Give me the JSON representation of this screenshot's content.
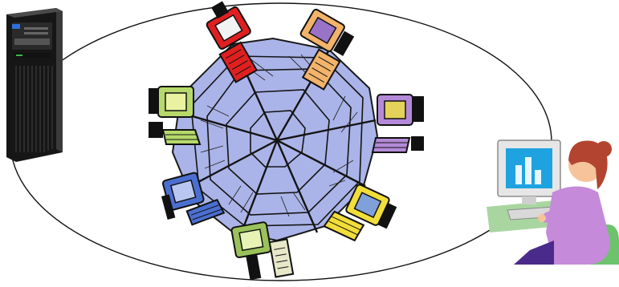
{
  "scene": {
    "description_hidden": false,
    "server": {
      "icon": "tower-server-icon",
      "body_color": "#1c1c1c",
      "accent_color": "#2e6fd6"
    },
    "network_web": {
      "icon": "spider-web-icon",
      "fill_color": "#aab4e8",
      "stroke_color": "#1a1a1a"
    },
    "network_loop": {
      "icon": "ellipse-network-icon",
      "stroke_color": "#111111"
    },
    "computers": [
      {
        "name": "computer-top-red",
        "color": "#e02020",
        "screen": "#f2f2f2"
      },
      {
        "name": "computer-top-orange",
        "color": "#f2b36a",
        "screen": "#9a72c8"
      },
      {
        "name": "computer-left-green",
        "color": "#b6d96a",
        "screen": "#e8f2a0"
      },
      {
        "name": "computer-right-purple",
        "color": "#b48ad8",
        "screen": "#e4d25a"
      },
      {
        "name": "computer-left-blue",
        "color": "#4b6fd1",
        "screen": "#b9c6f2"
      },
      {
        "name": "computer-right-yellow",
        "color": "#f2de3a",
        "screen": "#7fa0d8"
      },
      {
        "name": "computer-bottom-green",
        "color": "#9bc25a",
        "screen": "#e6f3b5"
      }
    ],
    "user": {
      "icon": "person-at-computer-icon",
      "shirt": "#c58ad9",
      "hair": "#b3442f",
      "skin": "#f6c39b",
      "desk": "#a9d6a0",
      "monitor_screen": "#1ea3e0",
      "chair": "#6cc36c"
    }
  }
}
